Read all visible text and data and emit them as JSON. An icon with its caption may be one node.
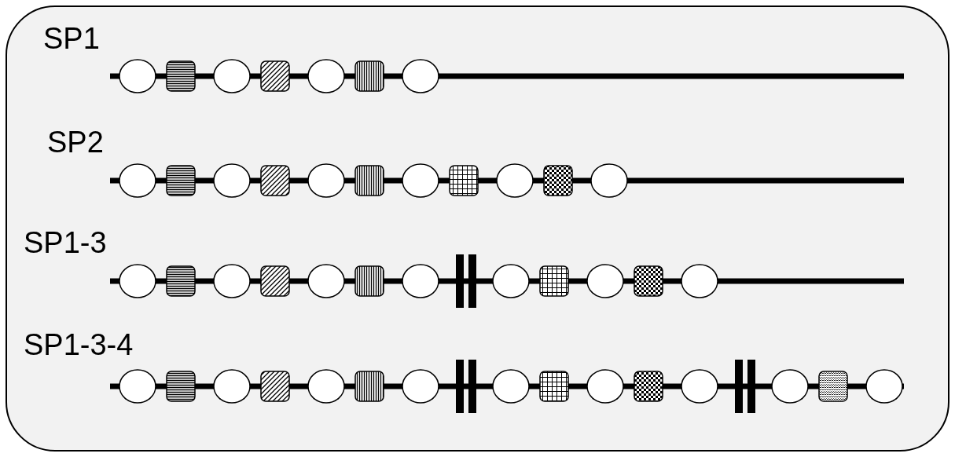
{
  "diagram": {
    "labels": [
      "SP1",
      "SP2",
      "SP1-3",
      "SP1-3-4"
    ]
  }
}
